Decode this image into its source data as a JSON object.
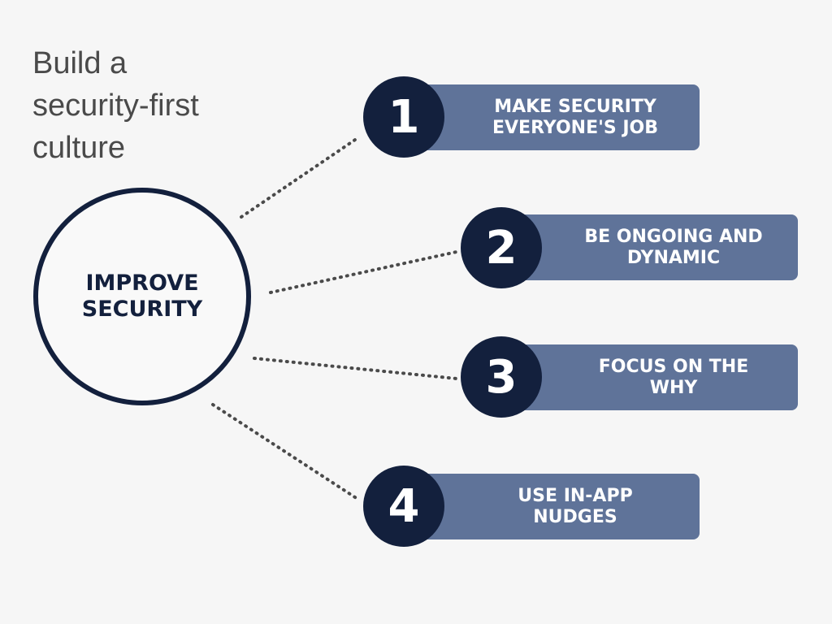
{
  "title": {
    "lines": [
      "Build a",
      "security-first",
      "culture"
    ]
  },
  "hub": {
    "lines": [
      "IMPROVE",
      "SECURITY"
    ]
  },
  "steps": [
    {
      "number": "1",
      "lines": [
        "MAKE SECURITY",
        "EVERYONE'S JOB"
      ]
    },
    {
      "number": "2",
      "lines": [
        "BE ONGOING AND",
        "DYNAMIC"
      ]
    },
    {
      "number": "3",
      "lines": [
        "FOCUS ON THE",
        "WHY"
      ]
    },
    {
      "number": "4",
      "lines": [
        "USE IN-APP",
        "NUDGES"
      ]
    }
  ],
  "colors": {
    "navy": "#13203d",
    "bar": "#5f7399",
    "background": "#f6f6f6"
  }
}
